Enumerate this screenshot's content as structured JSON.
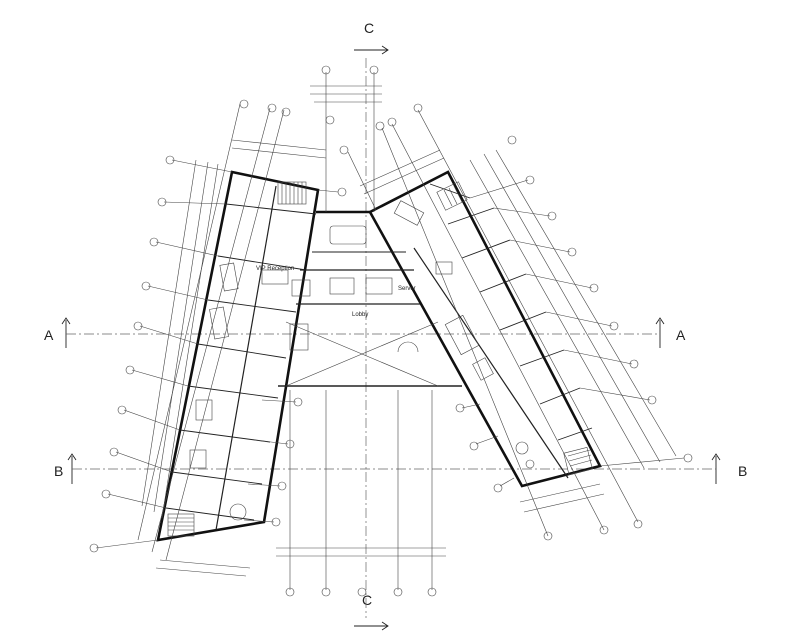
{
  "sections": {
    "c": {
      "letter": "C"
    },
    "a": {
      "letter": "A"
    },
    "b": {
      "letter": "B"
    }
  },
  "rooms": {
    "vip_reception": "VIP Reception",
    "server": "Server",
    "lobby": "Lobby"
  },
  "colors": {
    "line": "#222222",
    "background": "#ffffff"
  }
}
